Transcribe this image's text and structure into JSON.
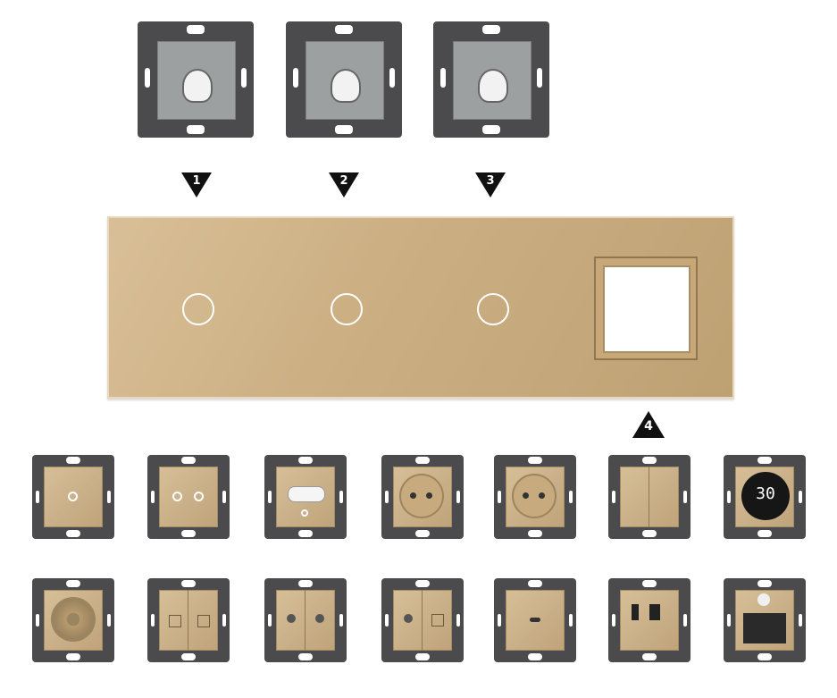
{
  "markers": [
    {
      "label": "1"
    },
    {
      "label": "2"
    },
    {
      "label": "3"
    },
    {
      "label": "4"
    }
  ],
  "panel": {
    "touch_buttons": 3,
    "socket_openings": 1,
    "color": "#cdb286"
  },
  "module_frame_color": "#4b4b4d",
  "module_face_color": "#c8ac82",
  "thermostat": {
    "reading": "30"
  }
}
